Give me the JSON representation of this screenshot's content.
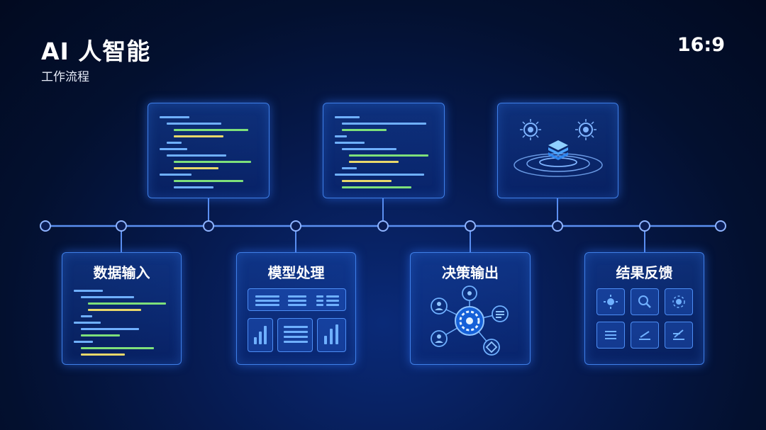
{
  "header": {
    "title": "AI 人智能",
    "subtitle": "工作流程",
    "ratio": "16:9"
  },
  "steps": [
    {
      "label": "数据输入"
    },
    {
      "label": "模型处理"
    },
    {
      "label": "决策输出"
    },
    {
      "label": "结果反馈"
    }
  ],
  "colors": {
    "accent": "#4d8ef5",
    "line": "#5b8ff0",
    "code_green": "#7ee07a",
    "code_blue": "#6fb0ff",
    "code_yellow": "#e8d86a"
  }
}
